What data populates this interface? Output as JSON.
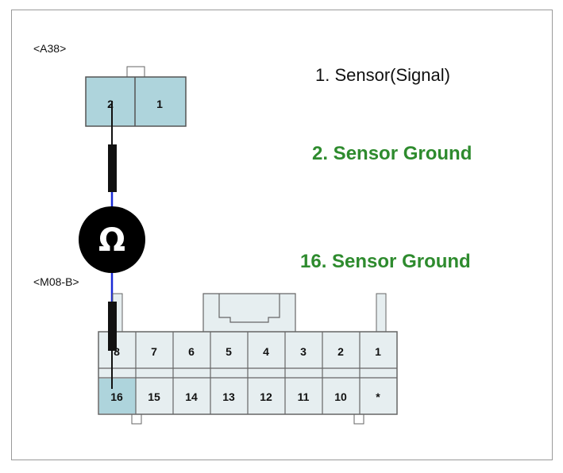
{
  "connectors": {
    "top": {
      "label": "<A38>",
      "pins": [
        "2",
        "1"
      ],
      "highlight_color": "#aed4dc"
    },
    "bottom": {
      "label": "<M08-B>",
      "top_row": [
        "8",
        "7",
        "6",
        "5",
        "4",
        "3",
        "2",
        "1"
      ],
      "bottom_row": [
        "16",
        "15",
        "14",
        "13",
        "12",
        "11",
        "10",
        "*"
      ],
      "body_color": "#e6eef0",
      "highlight_color": "#aed4dc"
    }
  },
  "meter": {
    "symbol": "Ω",
    "icon": "ohmmeter-icon"
  },
  "legend": {
    "item1": "1. Sensor(Signal)",
    "item2": "2. Sensor Ground",
    "item3": "16. Sensor Ground",
    "green_color": "#2e8b2e"
  },
  "wire_color": "#1a2bd6"
}
